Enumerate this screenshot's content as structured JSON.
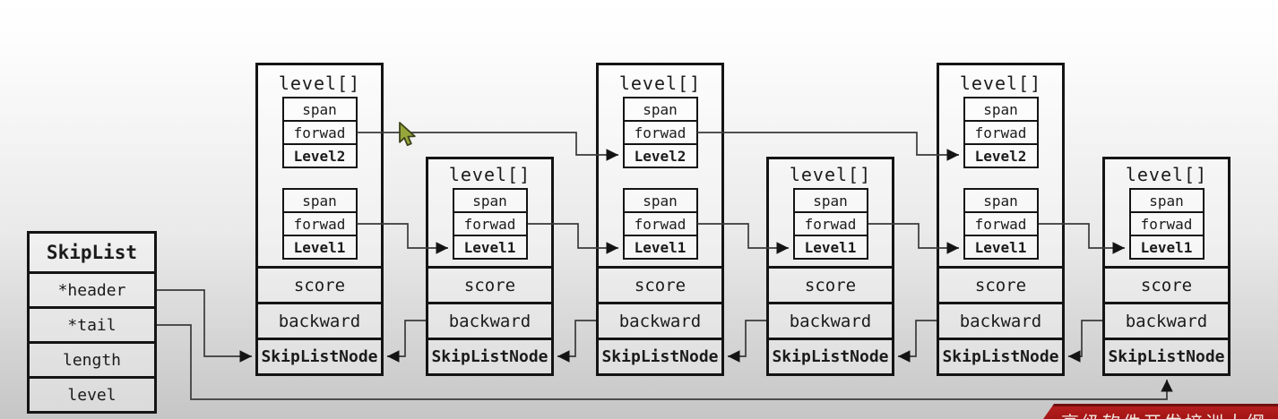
{
  "skiplist": {
    "title": "SkipList",
    "fields": [
      "*header",
      "*tail",
      "length",
      "level"
    ]
  },
  "nodes": [
    {
      "title": "level[]",
      "entries": [
        {
          "span": "span",
          "forward": "forwad",
          "label": "Level2"
        },
        {
          "span": "span",
          "forward": "forwad",
          "label": "Level1"
        }
      ],
      "score": "score",
      "backward": "backward",
      "footer": "SkipListNode"
    },
    {
      "title": "level[]",
      "entries": [
        {
          "span": "span",
          "forward": "forwad",
          "label": "Level1"
        }
      ],
      "score": "score",
      "backward": "backward",
      "footer": "SkipListNode"
    },
    {
      "title": "level[]",
      "entries": [
        {
          "span": "span",
          "forward": "forwad",
          "label": "Level2"
        },
        {
          "span": "span",
          "forward": "forwad",
          "label": "Level1"
        }
      ],
      "score": "score",
      "backward": "backward",
      "footer": "SkipListNode"
    },
    {
      "title": "level[]",
      "entries": [
        {
          "span": "span",
          "forward": "forwad",
          "label": "Level1"
        }
      ],
      "score": "score",
      "backward": "backward",
      "footer": "SkipListNode"
    },
    {
      "title": "level[]",
      "entries": [
        {
          "span": "span",
          "forward": "forwad",
          "label": "Level2"
        },
        {
          "span": "span",
          "forward": "forwad",
          "label": "Level1"
        }
      ],
      "score": "score",
      "backward": "backward",
      "footer": "SkipListNode"
    },
    {
      "title": "level[]",
      "entries": [
        {
          "span": "span",
          "forward": "forwad",
          "label": "Level1"
        }
      ],
      "score": "score",
      "backward": "backward",
      "footer": "SkipListNode"
    }
  ],
  "links": [
    {
      "from": "SkipList.*header",
      "to": "node1.SkipListNode"
    },
    {
      "from": "SkipList.*tail",
      "to": "node6.SkipListNode"
    },
    {
      "from": "node1.Level2.forwad",
      "to": "node3.Level2"
    },
    {
      "from": "node3.Level2.forwad",
      "to": "node5.Level2"
    },
    {
      "from": "node1.Level1.forwad",
      "to": "node2.Level1"
    },
    {
      "from": "node2.Level1.forwad",
      "to": "node3.Level1"
    },
    {
      "from": "node3.Level1.forwad",
      "to": "node4.Level1"
    },
    {
      "from": "node4.Level1.forwad",
      "to": "node5.Level1"
    },
    {
      "from": "node5.Level1.forwad",
      "to": "node6.Level1"
    },
    {
      "from": "node2.backward",
      "to": "node1.SkipListNode"
    },
    {
      "from": "node3.backward",
      "to": "node2.SkipListNode"
    },
    {
      "from": "node4.backward",
      "to": "node3.SkipListNode"
    },
    {
      "from": "node5.backward",
      "to": "node4.SkipListNode"
    },
    {
      "from": "node6.backward",
      "to": "node5.SkipListNode"
    }
  ],
  "banner": {
    "text": "高级软件开发培训大纲"
  },
  "colors": {
    "banner_red": "#b51d1d",
    "banner_edge_red": "#70100f",
    "cursor_green": "#97a63a",
    "line": "#3a3a3a",
    "border": "#141414"
  }
}
